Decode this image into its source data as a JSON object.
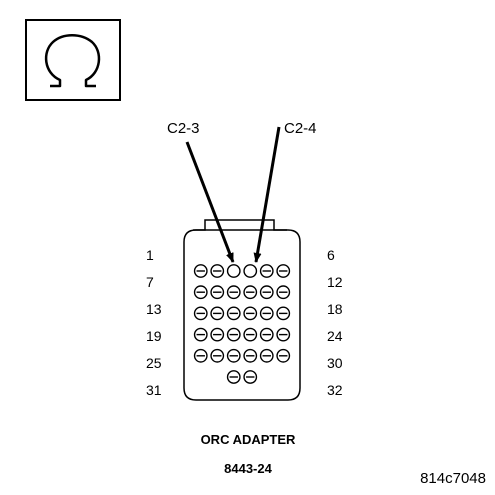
{
  "symbol": {
    "icon": "ohmmeter-icon"
  },
  "probes": [
    {
      "label": "C2-3",
      "cavity": 3
    },
    {
      "label": "C2-4",
      "cavity": 4
    }
  ],
  "connector": {
    "left_numbers": [
      "1",
      "7",
      "13",
      "19",
      "25",
      "31"
    ],
    "right_numbers": [
      "6",
      "12",
      "18",
      "24",
      "30",
      "32"
    ],
    "row_pin_counts": [
      6,
      6,
      6,
      6,
      6,
      2
    ]
  },
  "caption": {
    "title": "ORC ADAPTER",
    "part": "8443-24"
  },
  "figure_id": "814c7048"
}
